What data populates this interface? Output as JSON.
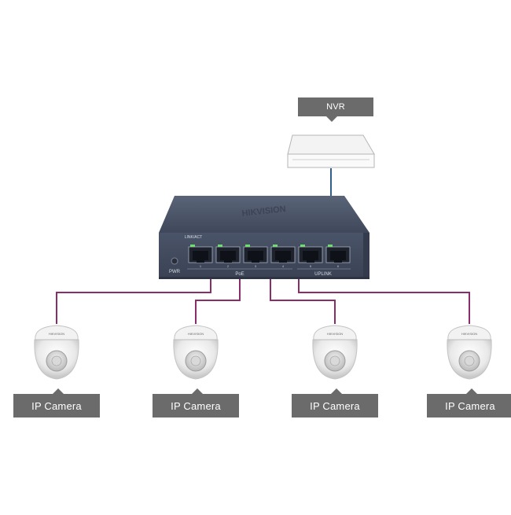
{
  "nvr": {
    "label": "NVR"
  },
  "switch": {
    "brand": "HIKVISION",
    "pwr_label": "PWR",
    "link_act_label": "LINK/ACT",
    "poe_label": "PoE",
    "uplink_label": "UPLINK",
    "port_numbers": [
      "1",
      "2",
      "3",
      "4",
      "5",
      "6"
    ]
  },
  "cameras": [
    {
      "label": "IP Camera",
      "brand": "HIKVISION"
    },
    {
      "label": "IP Camera",
      "brand": "HIKVISION"
    },
    {
      "label": "IP Camera",
      "brand": "HIKVISION"
    },
    {
      "label": "IP Camera",
      "brand": "HIKVISION"
    }
  ],
  "colors": {
    "cable_camera": "#8a2e6b",
    "cable_uplink": "#2f5f8a",
    "switch_body": "#4a5468",
    "label_bg": "#6b6b6b",
    "port_led": "#6fdc6f"
  }
}
